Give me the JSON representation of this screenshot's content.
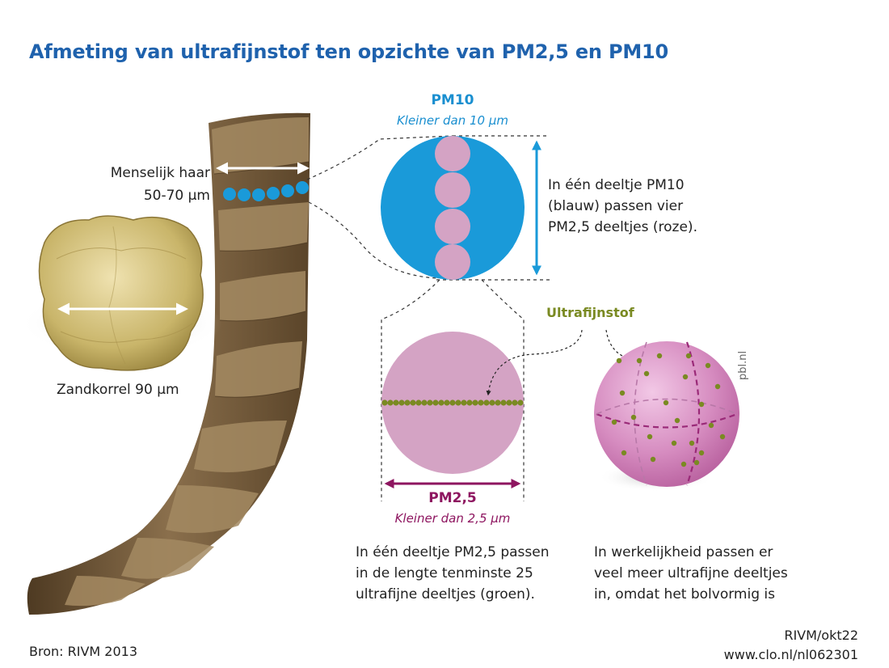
{
  "title": "Afmeting van ultrafijnstof ten opzichte van PM2,5 en PM10",
  "hair": {
    "label_line1": "Menselijk haar",
    "label_line2": "50-70 µm"
  },
  "sand": {
    "label": "Zandkorrel 90 µm"
  },
  "pm10": {
    "title": "PM10",
    "subtitle": "Kleiner dan 10 µm",
    "description": [
      "In één deeltje PM10",
      "(blauw) passen vier",
      "PM2,5 deeltjes (roze)."
    ]
  },
  "ultrafine": {
    "label": "Ultrafijnstof"
  },
  "pm25": {
    "title": "PM2,5",
    "subtitle": "Kleiner dan 2,5 µm",
    "description": [
      "In één deeltje PM2,5 passen",
      "in de lengte tenminste 25",
      "ultrafijne deeltjes (groen)."
    ]
  },
  "sphere": {
    "description": [
      "In werkelijkheid passen er",
      "veel meer ultrafijne deeltjes",
      "in, omdat het bolvormig is"
    ]
  },
  "watermark": "pbl.nl",
  "source": "Bron: RIVM 2013",
  "reference": [
    "RIVM/okt22",
    "www.clo.nl/nl062301"
  ],
  "colors": {
    "title": "#1f62ad",
    "pm10_blue": "#1a9ad9",
    "pm25_pink": "#d4a3c4",
    "pm25_label": "#8e1660",
    "ultrafine_green": "#7a8a22",
    "hair_brown": "#6e5536",
    "sand_yellow": "#c9b56a"
  }
}
